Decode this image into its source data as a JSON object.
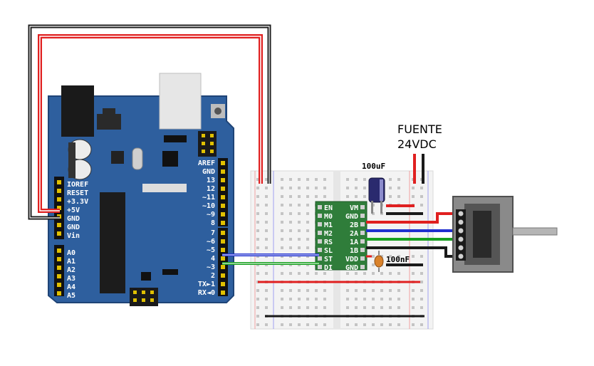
{
  "power_supply": {
    "line1": "FUENTE",
    "line2": "24VDC"
  },
  "capacitor_large": {
    "label": "100uF"
  },
  "capacitor_small": {
    "label": "100nF"
  },
  "arduino": {
    "left_header": [
      "IOREF",
      "RESET",
      "+3.3V",
      "+5V",
      "GND",
      "GND",
      "Vin"
    ],
    "analog_header": [
      "A0",
      "A1",
      "A2",
      "A3",
      "A4",
      "A5"
    ],
    "digital_top": [
      "AREF",
      "GND",
      "13",
      "12",
      "~11",
      "~10",
      "~9",
      "8"
    ],
    "digital_bottom": [
      "7",
      "~6",
      "~5",
      "4",
      "~3",
      "2",
      "TX►1",
      "RX◄0"
    ]
  },
  "driver": {
    "left_pins": [
      "EN",
      "M0",
      "M1",
      "M2",
      "RS",
      "SL",
      "ST",
      "DI"
    ],
    "right_pins": [
      "VM",
      "GND",
      "2B",
      "2A",
      "1A",
      "1B",
      "VDD",
      "GND"
    ]
  },
  "colors": {
    "board": "#2e5f9e",
    "board_dark": "#1f4477",
    "wire_red": "#e02020",
    "wire_black": "#1a1a1a",
    "wire_blue": "#2030d0",
    "wire_green": "#18a020",
    "driver": "#2f7d3a",
    "breadboard": "#f2f2f2",
    "cap_large": "#2a2a6e",
    "cap_small": "#d9822b",
    "motor": "#8a8a8a"
  }
}
